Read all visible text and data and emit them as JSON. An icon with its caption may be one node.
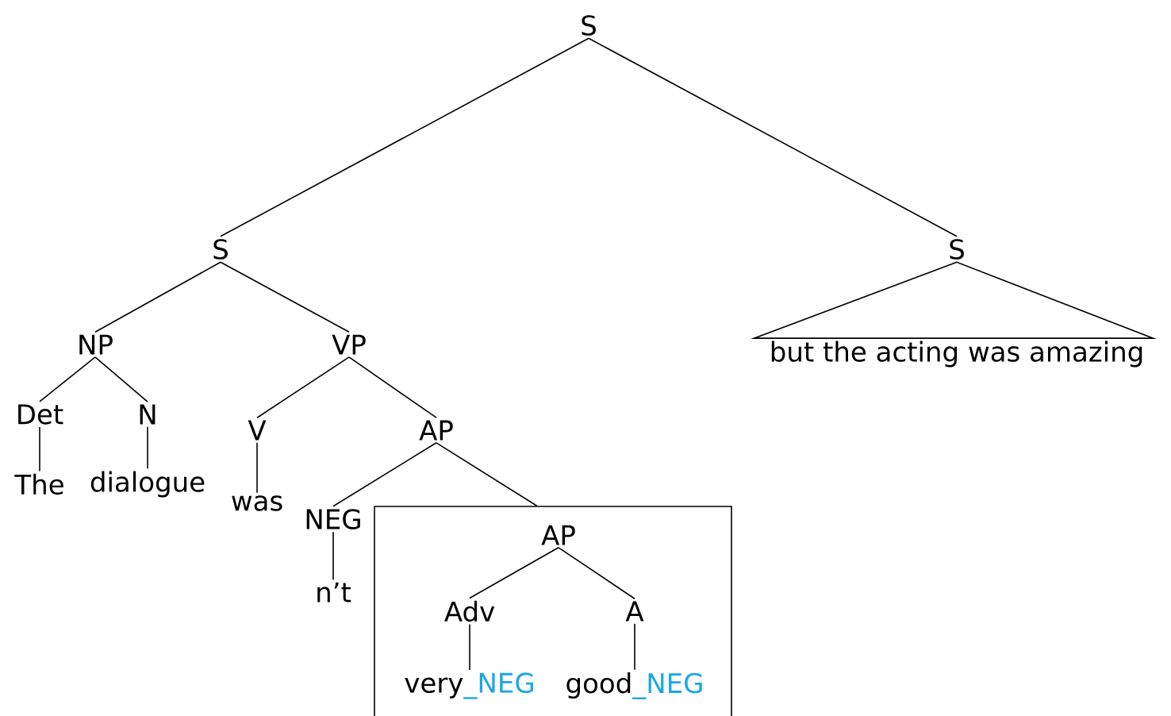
{
  "diagram": {
    "nodes": [
      {
        "text": [
          "S"
        ]
      },
      {
        "text": [
          "S"
        ]
      },
      {
        "text": [
          "S"
        ]
      },
      {
        "text": [
          "NP"
        ]
      },
      {
        "text": [
          "VP"
        ]
      },
      {
        "text": [
          "Det"
        ]
      },
      {
        "text": [
          "N"
        ]
      },
      {
        "text": [
          "The"
        ]
      },
      {
        "text": [
          "dialogue"
        ]
      },
      {
        "text": [
          "V"
        ]
      },
      {
        "text": [
          "AP"
        ]
      },
      {
        "text": [
          "was"
        ]
      },
      {
        "text": [
          "NEG"
        ]
      },
      {
        "text": [
          "n’t"
        ]
      },
      {
        "text": [],
        "shape": "box"
      },
      {
        "text": [
          "AP"
        ],
        "in": 14
      },
      {
        "text": [
          "Adv"
        ],
        "in": 14
      },
      {
        "text": [
          "A"
        ],
        "in": 14
      },
      {
        "text": [
          "very",
          "_NEG"
        ],
        "in": 14
      },
      {
        "text": [
          "good",
          "_NEG"
        ],
        "in": 14
      },
      {
        "text": [
          "but the acting was amazing"
        ]
      }
    ],
    "edges": [
      {
        "from": 0,
        "to": 1,
        "arrow": "none"
      },
      {
        "from": 0,
        "to": 2,
        "arrow": "none"
      },
      {
        "from": 1,
        "to": 3,
        "arrow": "none"
      },
      {
        "from": 1,
        "to": 4,
        "arrow": "none"
      },
      {
        "from": 3,
        "to": 5,
        "arrow": "none"
      },
      {
        "from": 3,
        "to": 6,
        "arrow": "none"
      },
      {
        "from": 5,
        "to": 7,
        "arrow": "none"
      },
      {
        "from": 6,
        "to": 8,
        "arrow": "none"
      },
      {
        "from": 4,
        "to": 9,
        "arrow": "none"
      },
      {
        "from": 4,
        "to": 10,
        "arrow": "none"
      },
      {
        "from": 9,
        "to": 11,
        "arrow": "none"
      },
      {
        "from": 10,
        "to": 12,
        "arrow": "none"
      },
      {
        "from": 10,
        "to": 14,
        "arrow": "none"
      },
      {
        "from": 12,
        "to": 13,
        "arrow": "none"
      },
      {
        "from": 15,
        "to": 16,
        "arrow": "none"
      },
      {
        "from": 15,
        "to": 17,
        "arrow": "none"
      },
      {
        "from": 16,
        "to": 18,
        "arrow": "none"
      },
      {
        "from": 17,
        "to": 19,
        "arrow": "none"
      },
      {
        "from": 2,
        "to": 20,
        "arrow": "none"
      }
    ]
  }
}
